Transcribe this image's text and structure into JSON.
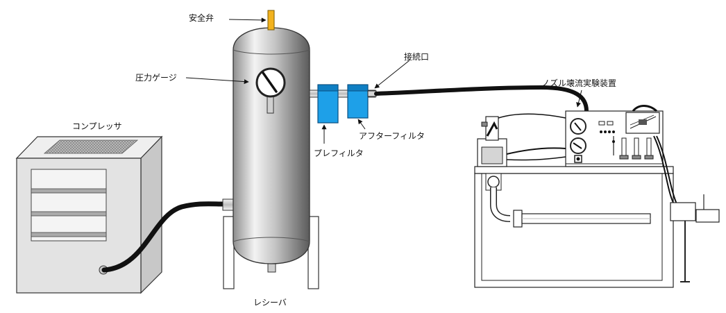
{
  "labels": {
    "compressor": "コンプレッサ",
    "safety_valve": "安全弁",
    "pressure_gauge": "圧力ゲージ",
    "receiver": "レシーバ",
    "pre_filter": "プレフィルタ",
    "after_filter": "アフターフィルタ",
    "connection_port": "接続口",
    "nozzle_apparatus": "ノズル壊流実験装置"
  },
  "colors": {
    "filter": "#1ea0e8",
    "safety_valve": "#f2b21e",
    "hose": "#111111",
    "compressor_body": "#e3e3e3"
  }
}
